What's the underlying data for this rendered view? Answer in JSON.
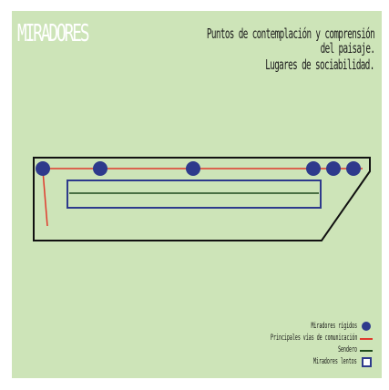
{
  "title": "MIRADORES",
  "description": {
    "line1": "Puntos de contemplación y comprensión",
    "line2": "del paisaje.",
    "line3": "Lugares de sociabilidad."
  },
  "legend": {
    "items": [
      {
        "label": "Miradores rígidos",
        "symbol": "blue-dot"
      },
      {
        "label": "Principales vías de comunicación",
        "symbol": "red-line"
      },
      {
        "label": "Sendero",
        "symbol": "green-line"
      },
      {
        "label": "Miradores lentos",
        "symbol": "blue-square"
      }
    ]
  },
  "colors": {
    "background": "#cde4b8",
    "dots": "#2e3a8c",
    "road": "#e03a2c",
    "path": "#1e4a1c",
    "outline": "#111111"
  }
}
